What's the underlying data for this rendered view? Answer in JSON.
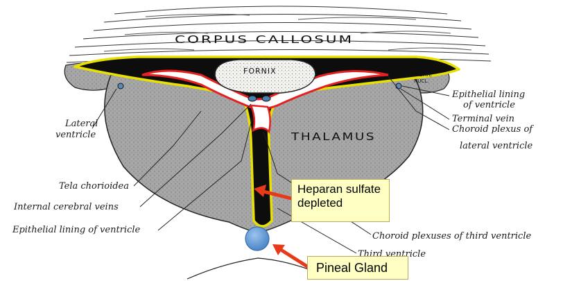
{
  "diagram": {
    "structures": {
      "corpus_callosum": "CORPUS CALLOSUM",
      "fornix": "FORNIX",
      "thalamus": "THALAMUS",
      "caudate_line1": "CAUDATE",
      "caudate_line2": "NUCL."
    },
    "labels": {
      "lateral_ventricle_line1": "Lateral",
      "lateral_ventricle_line2": "ventricle",
      "tela_chorioidea": "Tela chorioidea",
      "internal_cerebral_veins": "Internal cerebral veins",
      "epithelial_lining_left": "Epithelial lining of ventricle",
      "epithelial_lining_right_line1": "Epithelial lining",
      "epithelial_lining_right_line2": "of ventricle",
      "terminal_vein": "Terminal vein",
      "choroid_lateral_line1": "Choroid plexus of",
      "choroid_lateral_line2": "lateral ventricle",
      "choroid_third": "Choroid plexuses of third ventricle",
      "third_ventricle": "Third ventricle"
    },
    "callouts": {
      "heparan_line1": "Heparan sulfate",
      "heparan_line2": "depleted",
      "pineal": "Pineal Gland"
    },
    "colors": {
      "tissue_gray": "#a9a9a9",
      "ventricle_black": "#0d0d0d",
      "epithelium_yellow": "#e8e000",
      "choroid_red": "#e52020",
      "callout_fill": "#ffffc4",
      "arrow_red": "#e83a1a",
      "pineal_blue": "#5b9bd5"
    }
  }
}
